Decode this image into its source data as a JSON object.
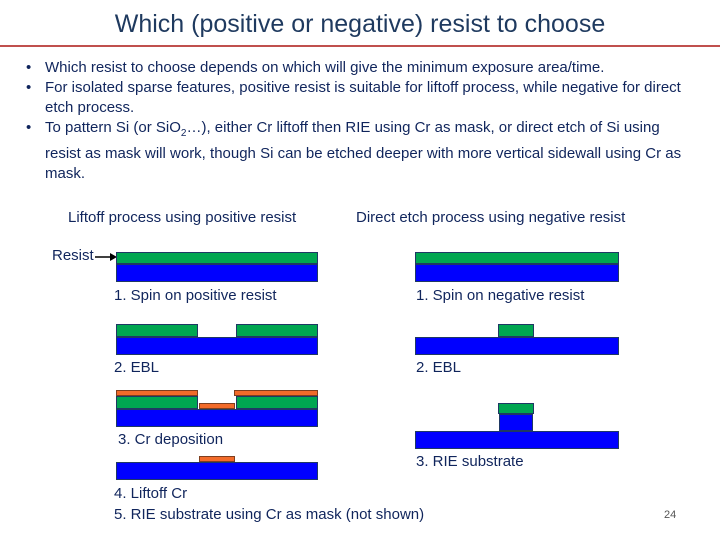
{
  "slide": {
    "title": "Which (positive or negative) resist to choose",
    "page_number": "24"
  },
  "bullets": [
    {
      "marker": "•",
      "text": "Which resist to choose depends on which will give the minimum exposure area/time."
    },
    {
      "marker": "•",
      "text": "For isolated sparse features, positive resist is suitable for liftoff process, while negative for direct etch process."
    },
    {
      "marker": "•",
      "text_before": "To pattern Si (or SiO",
      "subscript": "2",
      "text_after": "…), either Cr liftoff then RIE using Cr as mask, or direct etch of Si using resist as mask will work, though Si can be etched deeper with more vertical sidewall using Cr as mask."
    }
  ],
  "left_column": {
    "heading": "Liftoff process using positive resist",
    "resist_label": "Resist",
    "steps": [
      "1. Spin on positive resist",
      "2. EBL",
      "3. Cr deposition",
      "4. Liftoff Cr",
      "5. RIE substrate using Cr as mask (not shown)"
    ]
  },
  "right_column": {
    "heading": "Direct etch process using negative resist",
    "steps": [
      "1. Spin on negative resist",
      "2. EBL",
      "3. RIE substrate"
    ]
  },
  "colors": {
    "title": "#1f3a5f",
    "rule": "#c0504d",
    "text": "#10255c",
    "substrate": "#0000ff",
    "resist": "#00a651",
    "chromium": "#f26b2a"
  }
}
